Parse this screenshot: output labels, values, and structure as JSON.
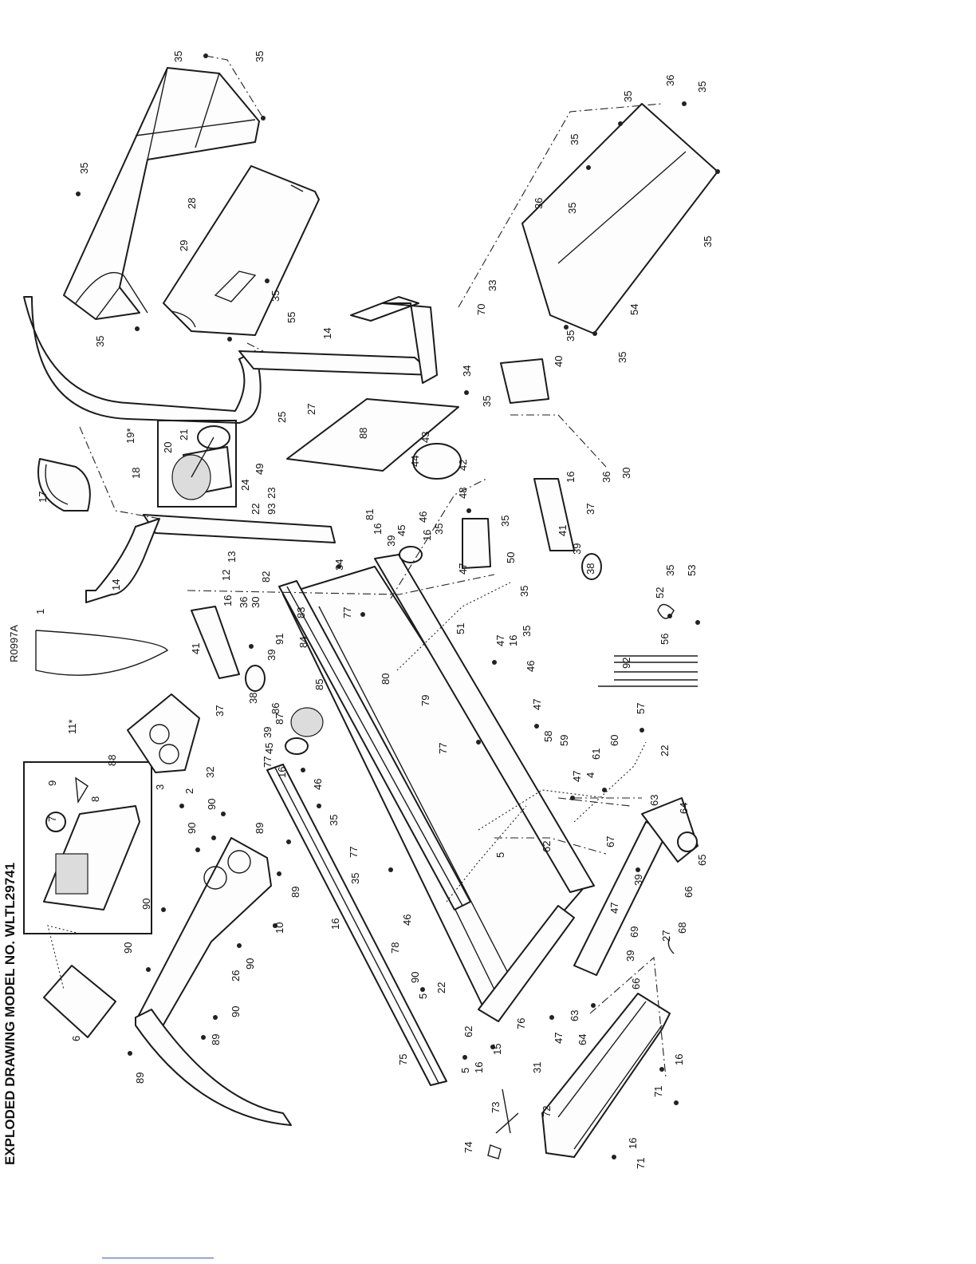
{
  "drawing": {
    "header_text": "EXPLODED DRAWING     MODEL NO. WLTL29741",
    "revision_code": "R0997A"
  },
  "callouts": [
    {
      "id": "c35a",
      "text": "35"
    },
    {
      "id": "c35b",
      "text": "35"
    },
    {
      "id": "c35c",
      "text": "35"
    },
    {
      "id": "c28",
      "text": "28"
    },
    {
      "id": "c29",
      "text": "29"
    },
    {
      "id": "c35d",
      "text": "35"
    },
    {
      "id": "c35e",
      "text": "35"
    },
    {
      "id": "c55",
      "text": "55"
    },
    {
      "id": "c14a",
      "text": "14"
    },
    {
      "id": "c25",
      "text": "25"
    },
    {
      "id": "c27a",
      "text": "27"
    },
    {
      "id": "c19",
      "text": "19*"
    },
    {
      "id": "c20",
      "text": "20"
    },
    {
      "id": "c21",
      "text": "21"
    },
    {
      "id": "c17",
      "text": "17"
    },
    {
      "id": "c18",
      "text": "18"
    },
    {
      "id": "c24",
      "text": "24"
    },
    {
      "id": "c49",
      "text": "49"
    },
    {
      "id": "c22a",
      "text": "22"
    },
    {
      "id": "c23",
      "text": "23"
    },
    {
      "id": "c93",
      "text": "93"
    },
    {
      "id": "c88a",
      "text": "88"
    },
    {
      "id": "c44",
      "text": "44"
    },
    {
      "id": "c43",
      "text": "43"
    },
    {
      "id": "c42",
      "text": "42"
    },
    {
      "id": "c34a",
      "text": "34"
    },
    {
      "id": "c35f",
      "text": "35"
    },
    {
      "id": "c40",
      "text": "40"
    },
    {
      "id": "c70",
      "text": "70"
    },
    {
      "id": "c33",
      "text": "33"
    },
    {
      "id": "c54",
      "text": "54"
    },
    {
      "id": "c35g",
      "text": "35"
    },
    {
      "id": "c35h",
      "text": "35"
    },
    {
      "id": "c36a",
      "text": "36"
    },
    {
      "id": "c35i",
      "text": "35"
    },
    {
      "id": "c35j",
      "text": "35"
    },
    {
      "id": "c35k",
      "text": "35"
    },
    {
      "id": "c36b",
      "text": "36"
    },
    {
      "id": "c35l",
      "text": "35"
    },
    {
      "id": "c35m",
      "text": "35"
    },
    {
      "id": "c12",
      "text": "12"
    },
    {
      "id": "c13",
      "text": "13"
    },
    {
      "id": "c14b",
      "text": "14"
    },
    {
      "id": "c82",
      "text": "82"
    },
    {
      "id": "c81",
      "text": "81"
    },
    {
      "id": "c16a",
      "text": "16"
    },
    {
      "id": "c39a",
      "text": "39"
    },
    {
      "id": "c45a",
      "text": "45"
    },
    {
      "id": "c46a",
      "text": "46"
    },
    {
      "id": "c16b",
      "text": "16"
    },
    {
      "id": "c35n",
      "text": "35"
    },
    {
      "id": "c48",
      "text": "48"
    },
    {
      "id": "c35o",
      "text": "35"
    },
    {
      "id": "c50",
      "text": "50"
    },
    {
      "id": "c47a",
      "text": "47"
    },
    {
      "id": "c35p",
      "text": "35"
    },
    {
      "id": "c34b",
      "text": "34"
    },
    {
      "id": "c83",
      "text": "83"
    },
    {
      "id": "c77a",
      "text": "77"
    },
    {
      "id": "c1",
      "text": "1"
    },
    {
      "id": "c41a",
      "text": "41"
    },
    {
      "id": "c16c",
      "text": "16"
    },
    {
      "id": "c36c",
      "text": "36"
    },
    {
      "id": "c30a",
      "text": "30"
    },
    {
      "id": "c91",
      "text": "91"
    },
    {
      "id": "c39b",
      "text": "39"
    },
    {
      "id": "c84",
      "text": "84"
    },
    {
      "id": "c38a",
      "text": "38"
    },
    {
      "id": "c37a",
      "text": "37"
    },
    {
      "id": "c86",
      "text": "86"
    },
    {
      "id": "c85",
      "text": "85"
    },
    {
      "id": "c87",
      "text": "87"
    },
    {
      "id": "c39c",
      "text": "39"
    },
    {
      "id": "c45b",
      "text": "45"
    },
    {
      "id": "c80",
      "text": "80"
    },
    {
      "id": "c79",
      "text": "79"
    },
    {
      "id": "c51",
      "text": "51"
    },
    {
      "id": "c47b",
      "text": "47"
    },
    {
      "id": "c16d",
      "text": "16"
    },
    {
      "id": "c35q",
      "text": "35"
    },
    {
      "id": "c46b",
      "text": "46"
    },
    {
      "id": "c41b",
      "text": "41"
    },
    {
      "id": "c16e",
      "text": "16"
    },
    {
      "id": "c36d",
      "text": "36"
    },
    {
      "id": "c30b",
      "text": "30"
    },
    {
      "id": "c37b",
      "text": "37"
    },
    {
      "id": "c38b",
      "text": "38"
    },
    {
      "id": "c39d",
      "text": "39"
    },
    {
      "id": "c52",
      "text": "52"
    },
    {
      "id": "c35r",
      "text": "35"
    },
    {
      "id": "c53",
      "text": "53"
    },
    {
      "id": "c56",
      "text": "56"
    },
    {
      "id": "c92",
      "text": "92"
    },
    {
      "id": "c47c",
      "text": "47"
    },
    {
      "id": "c77b",
      "text": "77"
    },
    {
      "id": "c58",
      "text": "58"
    },
    {
      "id": "c59",
      "text": "59"
    },
    {
      "id": "c57",
      "text": "57"
    },
    {
      "id": "c60",
      "text": "60"
    },
    {
      "id": "c61",
      "text": "61"
    },
    {
      "id": "c22b",
      "text": "22"
    },
    {
      "id": "c4",
      "text": "4"
    },
    {
      "id": "c47d",
      "text": "47"
    },
    {
      "id": "c11",
      "text": "11*"
    },
    {
      "id": "c9",
      "text": "9"
    },
    {
      "id": "c8",
      "text": "8"
    },
    {
      "id": "c88b",
      "text": "88"
    },
    {
      "id": "c7",
      "text": "7"
    },
    {
      "id": "c3",
      "text": "3"
    },
    {
      "id": "c2",
      "text": "2"
    },
    {
      "id": "c32",
      "text": "32"
    },
    {
      "id": "c77c",
      "text": "77"
    },
    {
      "id": "c16f",
      "text": "16"
    },
    {
      "id": "c35s",
      "text": "35"
    },
    {
      "id": "c46c",
      "text": "46"
    },
    {
      "id": "c90a",
      "text": "90"
    },
    {
      "id": "c90b",
      "text": "90"
    },
    {
      "id": "c89a",
      "text": "89"
    },
    {
      "id": "c89b",
      "text": "89"
    },
    {
      "id": "c5a",
      "text": "5"
    },
    {
      "id": "c62a",
      "text": "62"
    },
    {
      "id": "c67",
      "text": "67"
    },
    {
      "id": "c63a",
      "text": "63"
    },
    {
      "id": "c64a",
      "text": "64"
    },
    {
      "id": "c65",
      "text": "65"
    },
    {
      "id": "c66a",
      "text": "66"
    },
    {
      "id": "c39e",
      "text": "39"
    },
    {
      "id": "c47e",
      "text": "47"
    },
    {
      "id": "c77d",
      "text": "77"
    },
    {
      "id": "c35t",
      "text": "35"
    },
    {
      "id": "c16g",
      "text": "16"
    },
    {
      "id": "c46d",
      "text": "46"
    },
    {
      "id": "c90c",
      "text": "90"
    },
    {
      "id": "c10",
      "text": "10"
    },
    {
      "id": "c90d",
      "text": "90"
    },
    {
      "id": "c26",
      "text": "26"
    },
    {
      "id": "c90e",
      "text": "90"
    },
    {
      "id": "c90f",
      "text": "90"
    },
    {
      "id": "c78",
      "text": "78"
    },
    {
      "id": "c90g",
      "text": "90"
    },
    {
      "id": "c22c",
      "text": "22"
    },
    {
      "id": "c5b",
      "text": "5"
    },
    {
      "id": "c69",
      "text": "69"
    },
    {
      "id": "c39f",
      "text": "39"
    },
    {
      "id": "c27b",
      "text": "27"
    },
    {
      "id": "c68",
      "text": "68"
    },
    {
      "id": "c66b",
      "text": "66"
    },
    {
      "id": "c6",
      "text": "6"
    },
    {
      "id": "c89c",
      "text": "89"
    },
    {
      "id": "c89d",
      "text": "89"
    },
    {
      "id": "c62b",
      "text": "62"
    },
    {
      "id": "c76",
      "text": "76"
    },
    {
      "id": "c47f",
      "text": "47"
    },
    {
      "id": "c63b",
      "text": "63"
    },
    {
      "id": "c64b",
      "text": "64"
    },
    {
      "id": "c75",
      "text": "75"
    },
    {
      "id": "c5c",
      "text": "5"
    },
    {
      "id": "c16h",
      "text": "16"
    },
    {
      "id": "c15",
      "text": "15"
    },
    {
      "id": "c31",
      "text": "31"
    },
    {
      "id": "c16i",
      "text": "16"
    },
    {
      "id": "c71a",
      "text": "71"
    },
    {
      "id": "c72",
      "text": "72"
    },
    {
      "id": "c73",
      "text": "73"
    },
    {
      "id": "c74",
      "text": "74"
    },
    {
      "id": "c16j",
      "text": "16"
    },
    {
      "id": "c71b",
      "text": "71"
    }
  ]
}
